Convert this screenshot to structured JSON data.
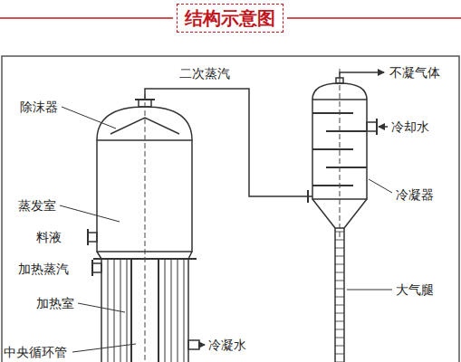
{
  "diagram": {
    "title": "结构示意图",
    "labels": [
      "二次蒸汽",
      "不凝气体",
      "除沫器",
      "冷却水",
      "蒸发室",
      "冷凝器",
      "料液",
      "加热蒸汽",
      "大气腿",
      "加热室",
      "冷凝水",
      "中央循环管"
    ]
  }
}
